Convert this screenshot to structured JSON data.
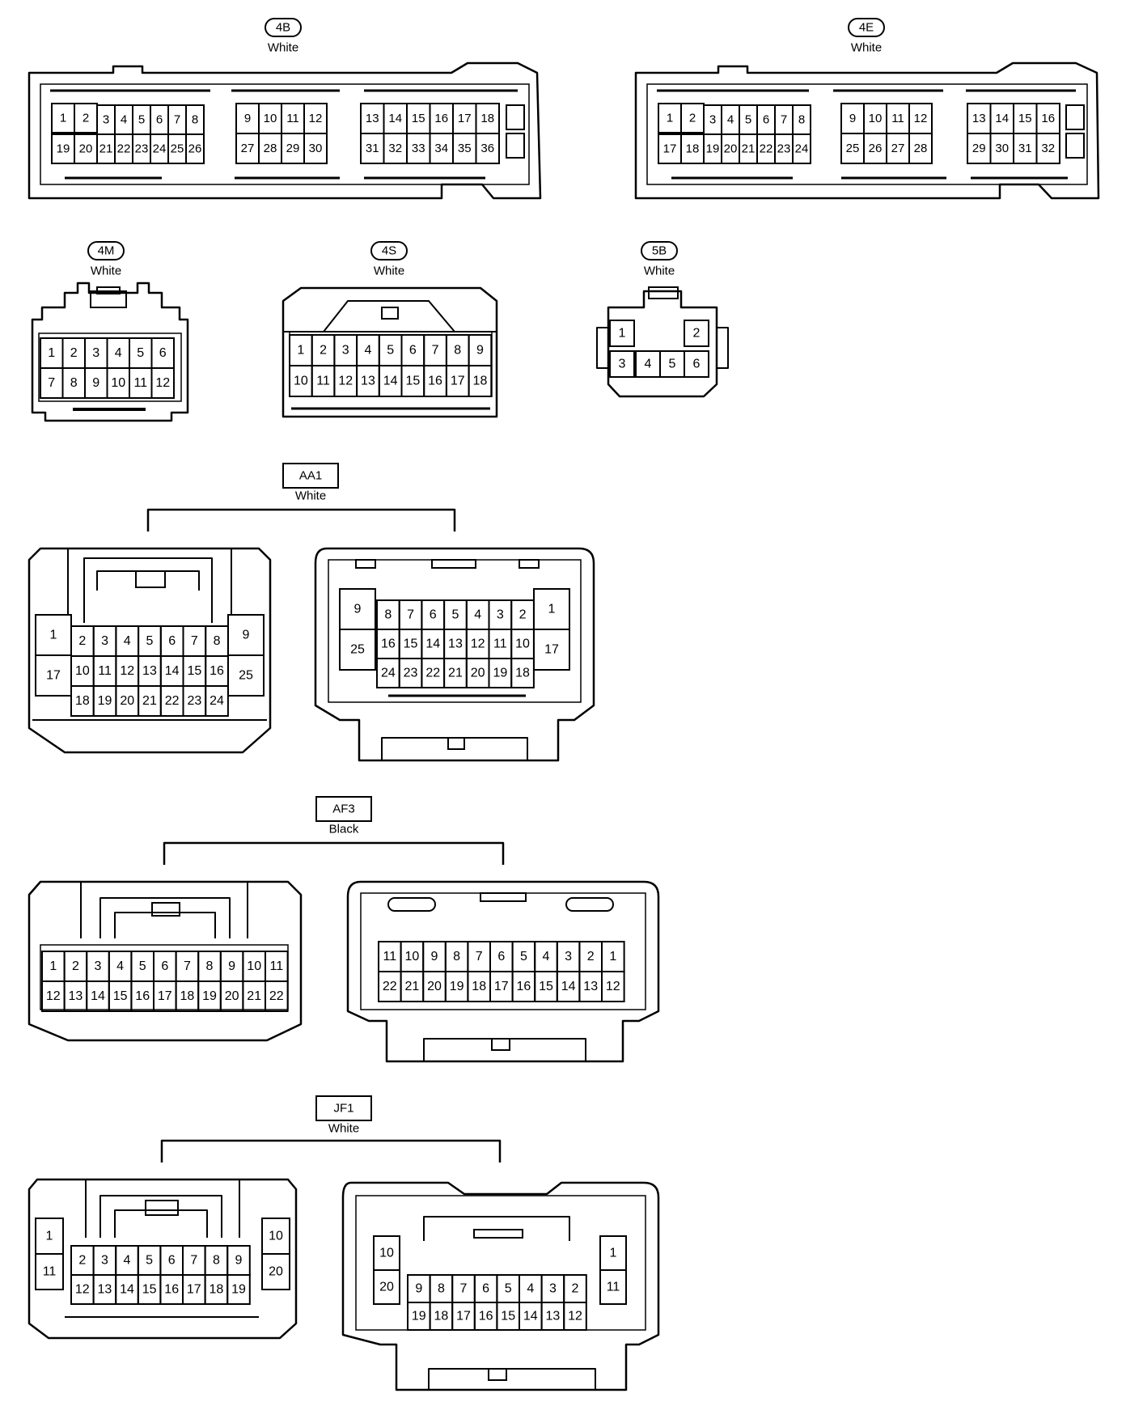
{
  "connectors": {
    "c4B": {
      "id": "4B",
      "color": "White",
      "pins": [
        "1",
        "2",
        "3",
        "4",
        "5",
        "6",
        "7",
        "8",
        "19",
        "20",
        "21",
        "22",
        "23",
        "24",
        "25",
        "26",
        "9",
        "10",
        "11",
        "12",
        "27",
        "28",
        "29",
        "30",
        "13",
        "14",
        "15",
        "16",
        "17",
        "18",
        "31",
        "32",
        "33",
        "34",
        "35",
        "36"
      ]
    },
    "c4E": {
      "id": "4E",
      "color": "White",
      "pins": [
        "1",
        "2",
        "3",
        "4",
        "5",
        "6",
        "7",
        "8",
        "17",
        "18",
        "19",
        "20",
        "21",
        "22",
        "23",
        "24",
        "9",
        "10",
        "11",
        "12",
        "25",
        "26",
        "27",
        "28",
        "13",
        "14",
        "15",
        "16",
        "29",
        "30",
        "31",
        "32"
      ]
    },
    "c4M": {
      "id": "4M",
      "color": "White",
      "pins": [
        "1",
        "2",
        "3",
        "4",
        "5",
        "6",
        "7",
        "8",
        "9",
        "10",
        "11",
        "12"
      ]
    },
    "c4S": {
      "id": "4S",
      "color": "White",
      "pins": [
        "1",
        "2",
        "3",
        "4",
        "5",
        "6",
        "7",
        "8",
        "9",
        "10",
        "11",
        "12",
        "13",
        "14",
        "15",
        "16",
        "17",
        "18"
      ]
    },
    "c5B": {
      "id": "5B",
      "color": "White",
      "pins": [
        "1",
        "2",
        "3",
        "4",
        "5",
        "6"
      ]
    },
    "cAA1": {
      "id": "AA1",
      "color": "White",
      "left_pins": [
        "1",
        "17",
        "2",
        "3",
        "4",
        "5",
        "6",
        "7",
        "8",
        "10",
        "11",
        "12",
        "13",
        "14",
        "15",
        "16",
        "18",
        "19",
        "20",
        "21",
        "22",
        "23",
        "24",
        "9",
        "25"
      ],
      "right_pins": [
        "9",
        "25",
        "8",
        "7",
        "6",
        "5",
        "4",
        "3",
        "2",
        "16",
        "15",
        "14",
        "13",
        "12",
        "11",
        "10",
        "24",
        "23",
        "22",
        "21",
        "20",
        "19",
        "18",
        "1",
        "17"
      ]
    },
    "cAF3": {
      "id": "AF3",
      "color": "Black",
      "left_pins": [
        "1",
        "2",
        "3",
        "4",
        "5",
        "6",
        "7",
        "8",
        "9",
        "10",
        "11",
        "12",
        "13",
        "14",
        "15",
        "16",
        "17",
        "18",
        "19",
        "20",
        "21",
        "22"
      ],
      "right_pins": [
        "11",
        "10",
        "9",
        "8",
        "7",
        "6",
        "5",
        "4",
        "3",
        "2",
        "1",
        "22",
        "21",
        "20",
        "19",
        "18",
        "17",
        "16",
        "15",
        "14",
        "13",
        "12"
      ]
    },
    "cJF1": {
      "id": "JF1",
      "color": "White",
      "left_pins": [
        "1",
        "11",
        "2",
        "3",
        "4",
        "5",
        "6",
        "7",
        "8",
        "9",
        "12",
        "13",
        "14",
        "15",
        "16",
        "17",
        "18",
        "19",
        "10",
        "20"
      ],
      "right_pins": [
        "10",
        "20",
        "9",
        "8",
        "7",
        "6",
        "5",
        "4",
        "3",
        "2",
        "19",
        "18",
        "17",
        "16",
        "15",
        "14",
        "13",
        "12",
        "1",
        "11"
      ]
    }
  }
}
